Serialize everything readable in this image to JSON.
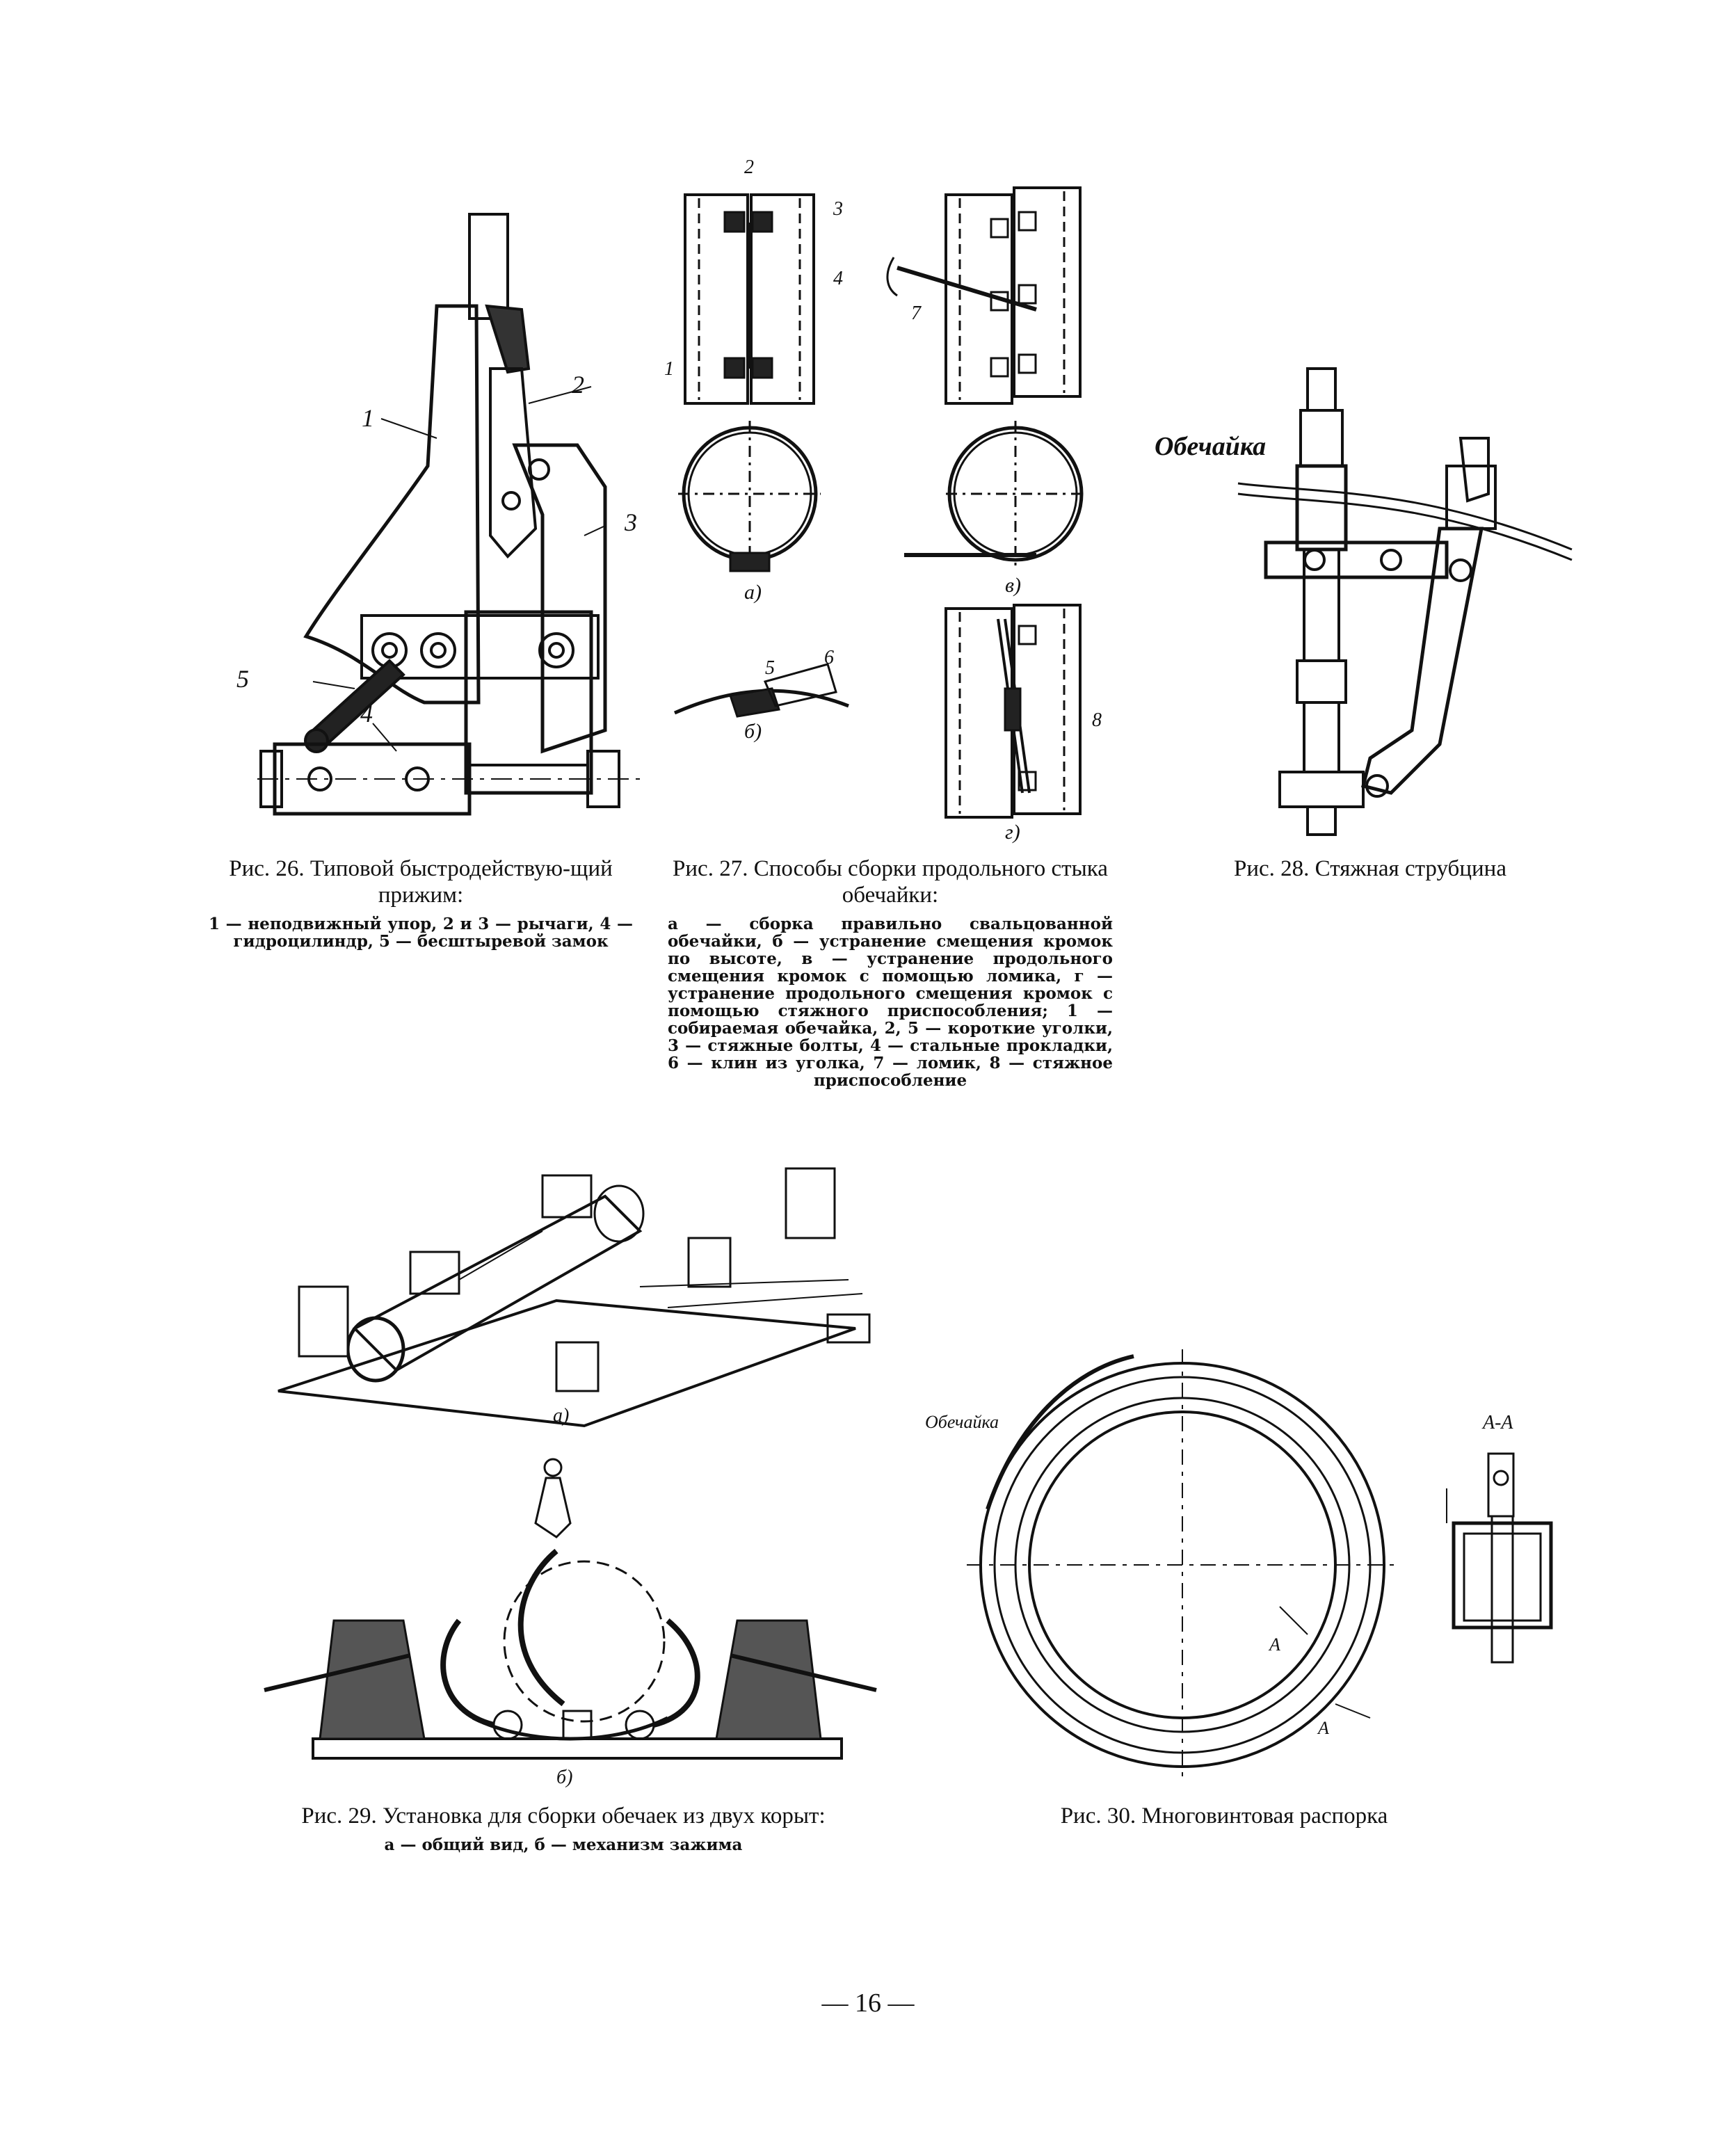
{
  "fig26": {
    "title": "Рис. 26. Типовой быстродействую-щий прижим:",
    "legend": "1 — неподвижный упор, 2 и 3 — рычаги, 4 — гидроцилиндр, 5 — бесштыревой замок",
    "labels": [
      "1",
      "2",
      "3",
      "4",
      "5"
    ]
  },
  "fig27": {
    "title": "Рис. 27. Способы сборки продольного стыка обечайки:",
    "legend": "а — сборка правильно свальцованной обечайки, б — устранение смещения кромок по высоте, в — устранение продольного смещения кромок с помощью ломика, г — устранение продольного смещения кромок с помощью стяжного приспособления; 1 — собираемая обечайка, 2, 5 — короткие уголки, 3 — стяжные болты, 4 — стальные прокладки, 6 — клин из уголка, 7 — ломик, 8 — стяжное приспособление",
    "sub_labels": [
      "а)",
      "б)",
      "в)",
      "г)"
    ],
    "labels": [
      "1",
      "2",
      "3",
      "4",
      "5",
      "6",
      "7",
      "8"
    ]
  },
  "fig28": {
    "title": "Рис. 28. Стяжная струбцина",
    "shell_label": "Обечайка"
  },
  "fig29": {
    "title": "Рис. 29. Установка для сборки обечаек из двух корыт:",
    "legend": "а — общий вид, б — механизм зажима",
    "sub_labels": [
      "а)",
      "б)"
    ]
  },
  "fig30": {
    "title": "Рис. 30. Многовинтовая распорка",
    "shell_label": "Обечайка",
    "section_label": "А-А",
    "section_marks": [
      "А",
      "А"
    ]
  },
  "page_number": "— 16 —"
}
